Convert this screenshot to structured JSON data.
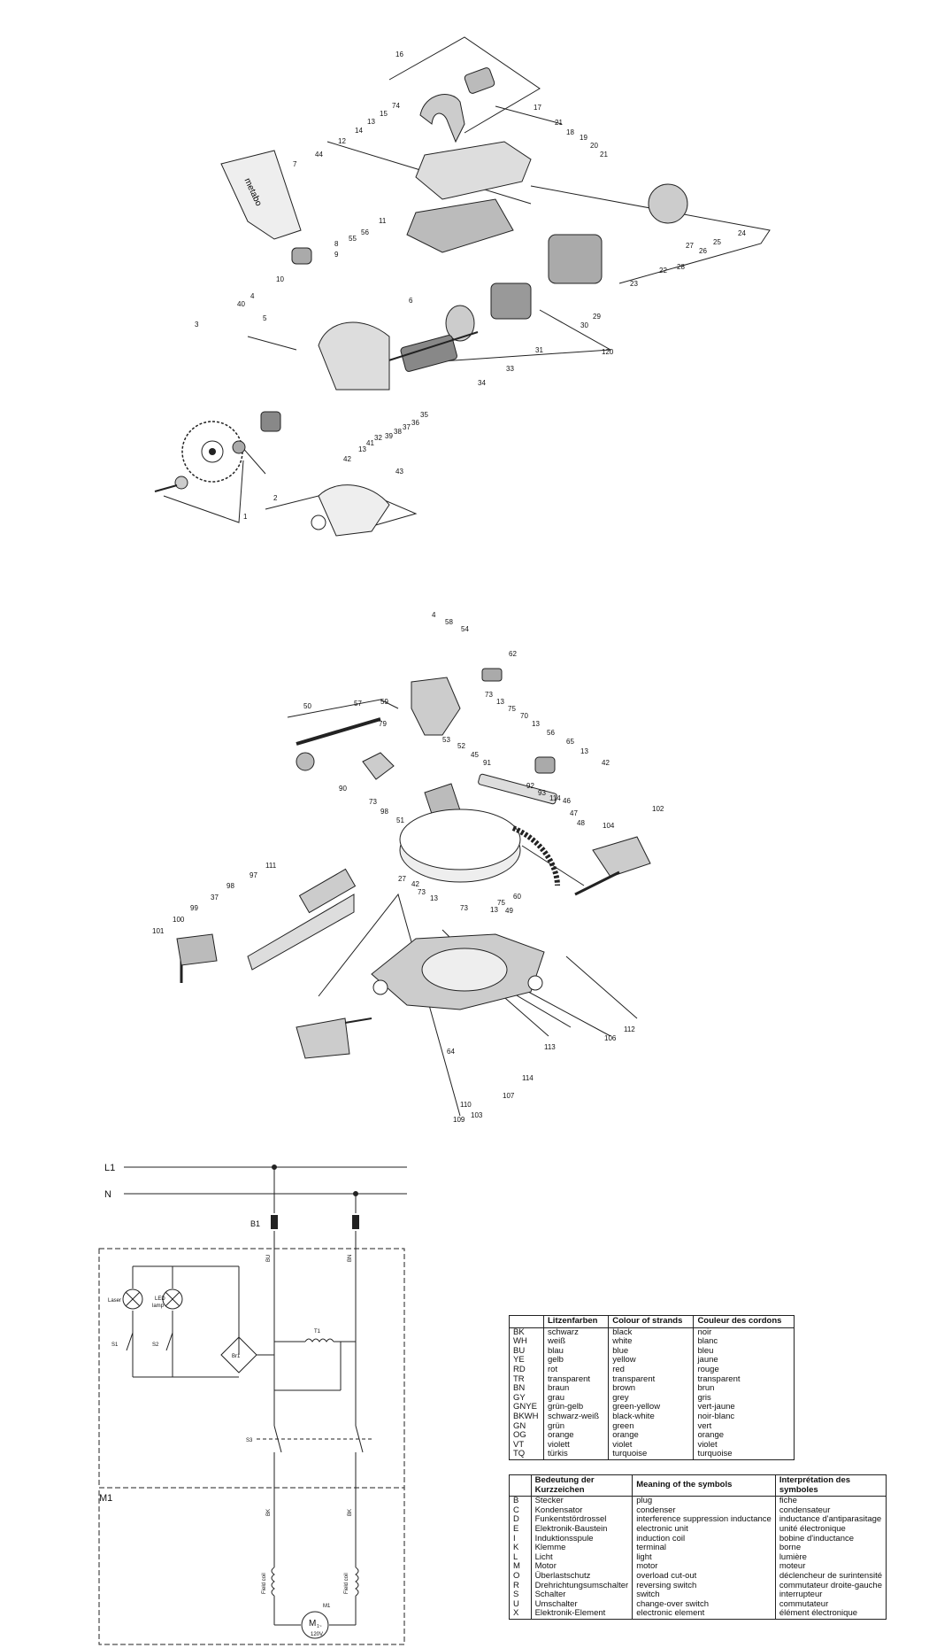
{
  "exploded_view_1": {
    "brand_text": "metabo",
    "part_numbers": [
      "16",
      "17",
      "74",
      "15",
      "13",
      "14",
      "12",
      "44",
      "21",
      "18",
      "19",
      "20",
      "21",
      "7",
      "8",
      "9",
      "56",
      "55",
      "11",
      "6",
      "22",
      "28",
      "27",
      "26",
      "25",
      "24",
      "23",
      "29",
      "30",
      "31",
      "120",
      "10",
      "4",
      "40",
      "5",
      "3",
      "33",
      "34",
      "35",
      "36",
      "37",
      "38",
      "39",
      "32",
      "41",
      "13",
      "42",
      "43",
      "2",
      "1"
    ]
  },
  "exploded_view_2": {
    "part_numbers": [
      "4",
      "58",
      "54",
      "62",
      "57",
      "59",
      "50",
      "73",
      "13",
      "75",
      "70",
      "13",
      "56",
      "79",
      "53",
      "52",
      "45",
      "91",
      "65",
      "13",
      "42",
      "90",
      "73",
      "98",
      "51",
      "92",
      "93",
      "114",
      "46",
      "47",
      "48",
      "104",
      "102",
      "27",
      "42",
      "73",
      "13",
      "60",
      "75",
      "13",
      "49",
      "111",
      "97",
      "98",
      "37",
      "99",
      "100",
      "101",
      "73",
      "112",
      "106",
      "113",
      "114",
      "64",
      "107",
      "110",
      "103",
      "109"
    ]
  },
  "wiring_diagram": {
    "line_L1": "L1",
    "line_N": "N",
    "plug_label": "B1",
    "wire_bu": "BU",
    "wire_bn": "BN",
    "laser_label": "Laser",
    "led_label_1": "LED",
    "led_label_2": "lamp",
    "switch_s1": "S1",
    "switch_s2": "S2",
    "bridge_label": "Br1",
    "coil_t1": "T1",
    "switch_s3": "S3",
    "motor_section": "M1",
    "wire_bk_left": "BK",
    "wire_bk_right": "BK",
    "field_coil_left": "Field coil",
    "field_coil_right": "Field coil",
    "motor_label": "M1",
    "motor_symbol": "M",
    "motor_phase": "1~",
    "voltage": "120V"
  },
  "colour_table": {
    "headers": [
      "",
      "Litzenfarben",
      "Colour of strands",
      "Couleur des cordons"
    ],
    "rows": [
      [
        "BK",
        "schwarz",
        "black",
        "noir"
      ],
      [
        "WH",
        "weiß",
        "white",
        "blanc"
      ],
      [
        "BU",
        "blau",
        "blue",
        "bleu"
      ],
      [
        "YE",
        "gelb",
        "yellow",
        "jaune"
      ],
      [
        "RD",
        "rot",
        "red",
        "rouge"
      ],
      [
        "TR",
        "transparent",
        "transparent",
        "transparent"
      ],
      [
        "BN",
        "braun",
        "brown",
        "brun"
      ],
      [
        "GY",
        "grau",
        "grey",
        "gris"
      ],
      [
        "GNYE",
        "grün-gelb",
        "green-yellow",
        "vert-jaune"
      ],
      [
        "BKWH",
        "schwarz-weiß",
        "black-white",
        "noir-blanc"
      ],
      [
        "GN",
        "grün",
        "green",
        "vert"
      ],
      [
        "OG",
        "orange",
        "orange",
        "orange"
      ],
      [
        "VT",
        "violett",
        "violet",
        "violet"
      ],
      [
        "TQ",
        "türkis",
        "turquoise",
        "turquoise"
      ]
    ]
  },
  "symbol_table": {
    "headers": [
      "",
      "Bedeutung der Kurzzeichen",
      "Meaning of the symbols",
      "Interprétation des symboles"
    ],
    "rows": [
      [
        "B",
        "Stecker",
        "plug",
        "fiche"
      ],
      [
        "C",
        "Kondensator",
        "condenser",
        "condensateur"
      ],
      [
        "D",
        "Funkentstördrossel",
        "interference suppression inductance",
        "inductance d'antiparasitage"
      ],
      [
        "E",
        "Elektronik-Baustein",
        "electronic unit",
        "unité électronique"
      ],
      [
        "I",
        "Induktionsspule",
        "induction coil",
        "bobine d'inductance"
      ],
      [
        "K",
        "Klemme",
        "terminal",
        "borne"
      ],
      [
        "L",
        "Licht",
        "light",
        "lumière"
      ],
      [
        "M",
        "Motor",
        "motor",
        "moteur"
      ],
      [
        "O",
        "Überlastschutz",
        "overload cut-out",
        "déclencheur de surintensité"
      ],
      [
        "R",
        "Drehrichtungsumschalter",
        "reversing switch",
        "commutateur droite-gauche"
      ],
      [
        "S",
        "Schalter",
        "switch",
        "interrupteur"
      ],
      [
        "U",
        "Umschalter",
        "change-over switch",
        "commutateur"
      ],
      [
        "X",
        "Elektronik-Element",
        "electronic element",
        "élément électronique"
      ]
    ]
  }
}
